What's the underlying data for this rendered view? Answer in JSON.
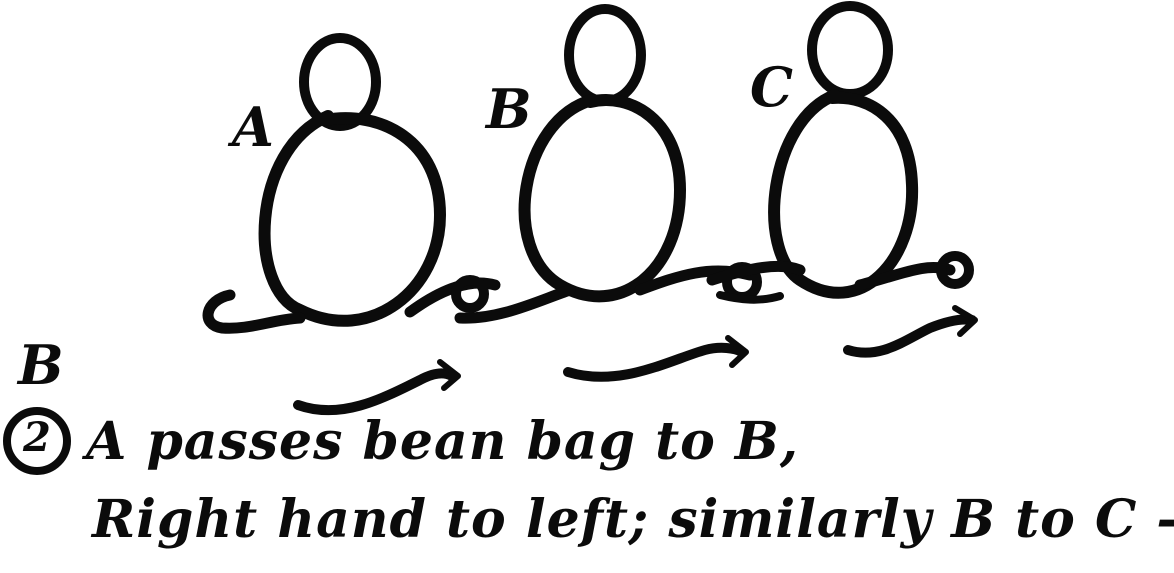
{
  "figure": {
    "labels": {
      "person_a": "A",
      "person_b": "B",
      "person_c": "C"
    },
    "step_variant": "B",
    "step_number": "2",
    "caption": {
      "line1": "A passes bean bag to B,",
      "line2": "Right hand to left; similarly B to C --"
    }
  }
}
